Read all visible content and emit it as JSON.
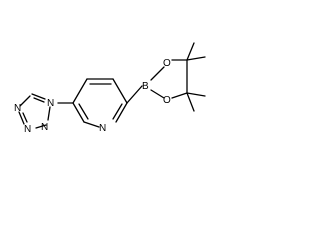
{
  "molecule": {
    "atoms": {
      "tetrazole_n1": "N",
      "tetrazole_n2": "N",
      "tetrazole_n3": "N",
      "tetrazole_n4": "N",
      "pyridine_n": "N",
      "boron": "B",
      "ester_o1": "O",
      "ester_o2": "O"
    }
  }
}
